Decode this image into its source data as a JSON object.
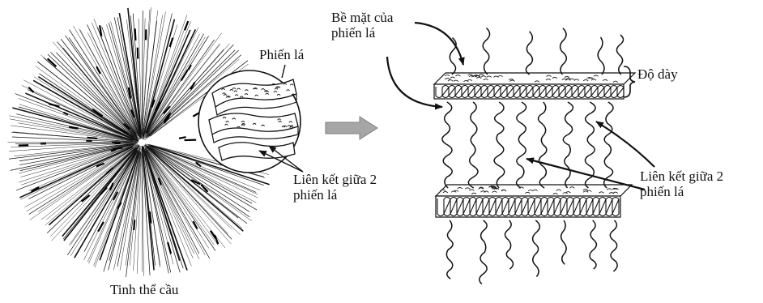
{
  "labels": {
    "spherulite": "Tinh thể cầu",
    "lamella": "Phiến lá",
    "tie_left_line1": "Liên kết giữa 2",
    "tie_left_line2": "phiến lá",
    "surface_line1": "Bề mặt của",
    "surface_line2": "phiến lá",
    "thickness": "Độ dày",
    "tie_right_line1": "Liên kết giữa 2",
    "tie_right_line2": "phiến lá"
  },
  "colors": {
    "ink": "#111111",
    "arrow_fill": "#a6a6a6",
    "arrow_stroke": "#7f7f7f",
    "background": "#ffffff"
  }
}
